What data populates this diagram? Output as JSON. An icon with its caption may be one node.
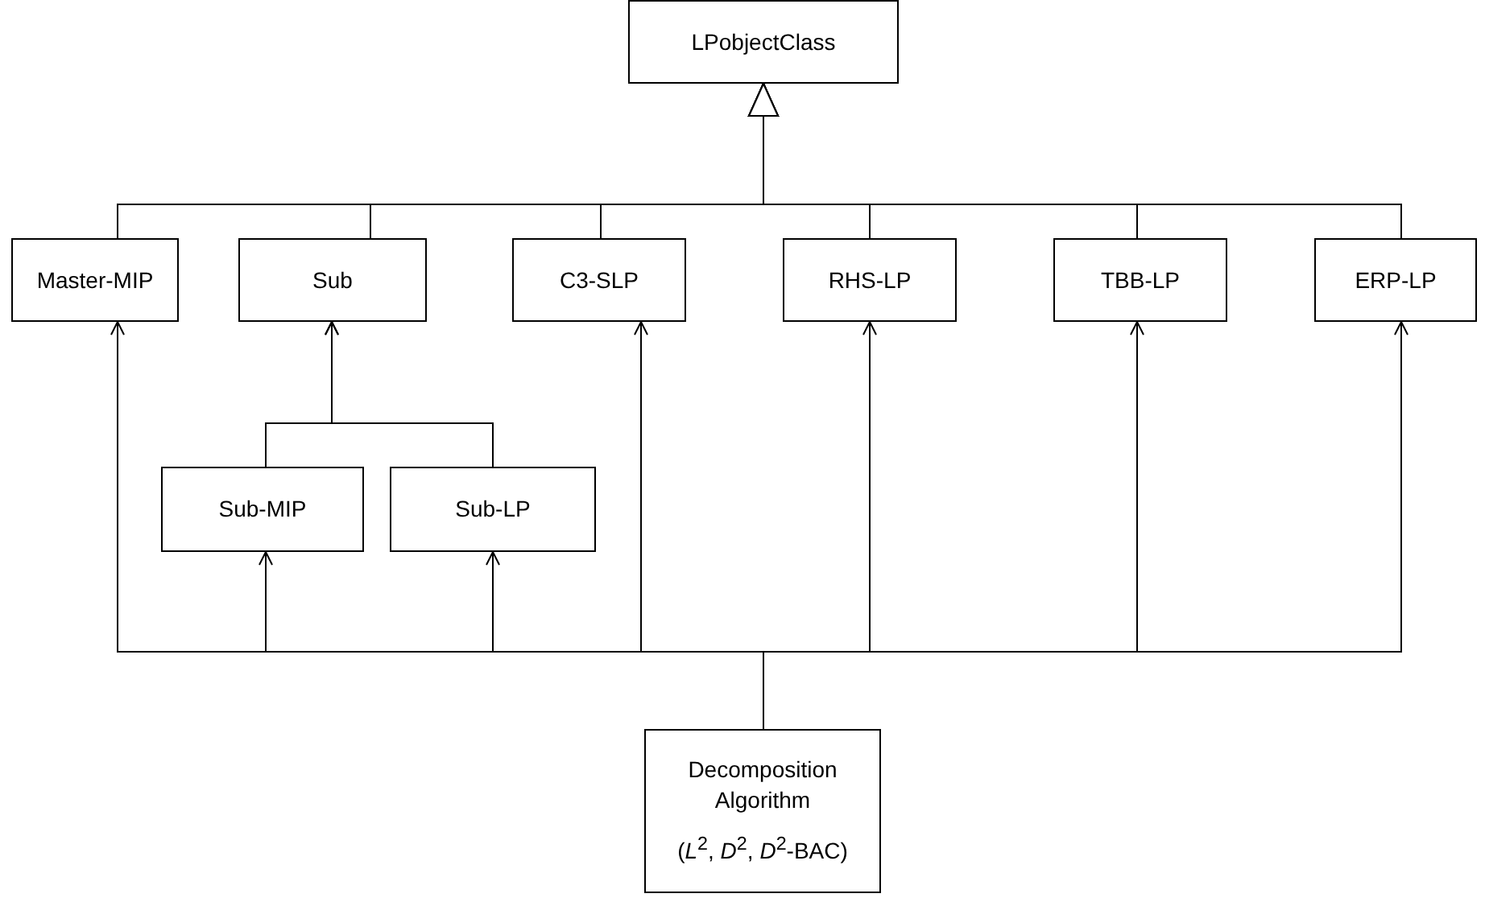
{
  "diagram": {
    "nodes": [
      {
        "text": [
          "LPobjectClass"
        ]
      },
      {
        "text": [
          "Master-MIP"
        ]
      },
      {
        "text": [
          "Sub"
        ]
      },
      {
        "text": [
          "C3-SLP"
        ]
      },
      {
        "text": [
          "RHS-LP"
        ]
      },
      {
        "text": [
          "TBB-LP"
        ]
      },
      {
        "text": [
          "ERP-LP"
        ]
      },
      {
        "text": [
          "Sub-MIP"
        ]
      },
      {
        "text": [
          "Sub-LP"
        ]
      },
      {
        "text": [
          "Decomposition Algorithm",
          "(*L*$^{2}$, *D*$^{2}$, *D*$^{2}$-BAC)"
        ]
      }
    ],
    "edges": [
      {
        "from": 1,
        "to": 0,
        "arrow": "to"
      },
      {
        "from": 2,
        "to": 0,
        "arrow": "to"
      },
      {
        "from": 3,
        "to": 0,
        "arrow": "to"
      },
      {
        "from": 4,
        "to": 0,
        "arrow": "to"
      },
      {
        "from": 5,
        "to": 0,
        "arrow": "to"
      },
      {
        "from": 6,
        "to": 0,
        "arrow": "to"
      },
      {
        "from": 7,
        "to": 2,
        "arrow": "to"
      },
      {
        "from": 8,
        "to": 2,
        "arrow": "to"
      },
      {
        "from": 9,
        "to": 1,
        "arrow": "to"
      },
      {
        "from": 9,
        "to": 7,
        "arrow": "to"
      },
      {
        "from": 9,
        "to": 8,
        "arrow": "to"
      },
      {
        "from": 9,
        "to": 3,
        "arrow": "to"
      },
      {
        "from": 9,
        "to": 4,
        "arrow": "to"
      },
      {
        "from": 9,
        "to": 5,
        "arrow": "to"
      },
      {
        "from": 9,
        "to": 6,
        "arrow": "to"
      }
    ]
  }
}
